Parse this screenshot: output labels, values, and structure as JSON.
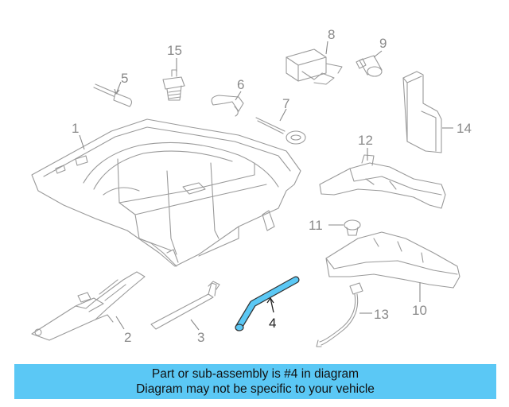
{
  "callouts": {
    "c1": "1",
    "c2": "2",
    "c3": "3",
    "c4": "4",
    "c5": "5",
    "c6": "6",
    "c7": "7",
    "c8": "8",
    "c9": "9",
    "c10": "10",
    "c11": "11",
    "c12": "12",
    "c13": "13",
    "c14": "14",
    "c15": "15"
  },
  "highlight": {
    "part": "4",
    "color": "#5bc8f5"
  },
  "banner": {
    "line1": "Part or sub-assembly is #4 in diagram",
    "line2": "Diagram may not be specific to your vehicle",
    "color": "#5bc8f5"
  }
}
